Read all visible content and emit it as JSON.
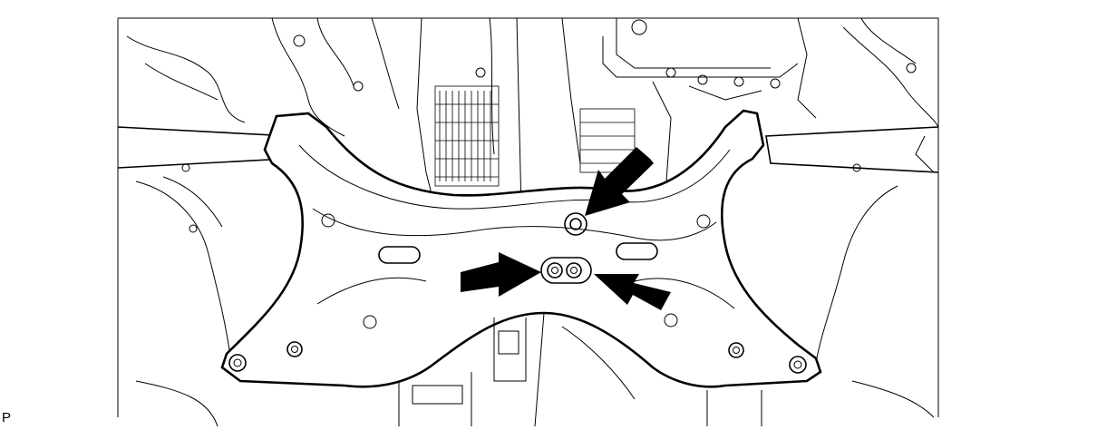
{
  "illustration": {
    "subject": "front-suspension-crossmember-underside",
    "callout_arrows": 3,
    "line_color": "#000000",
    "background_color": "#ffffff"
  },
  "figure_code": "P"
}
